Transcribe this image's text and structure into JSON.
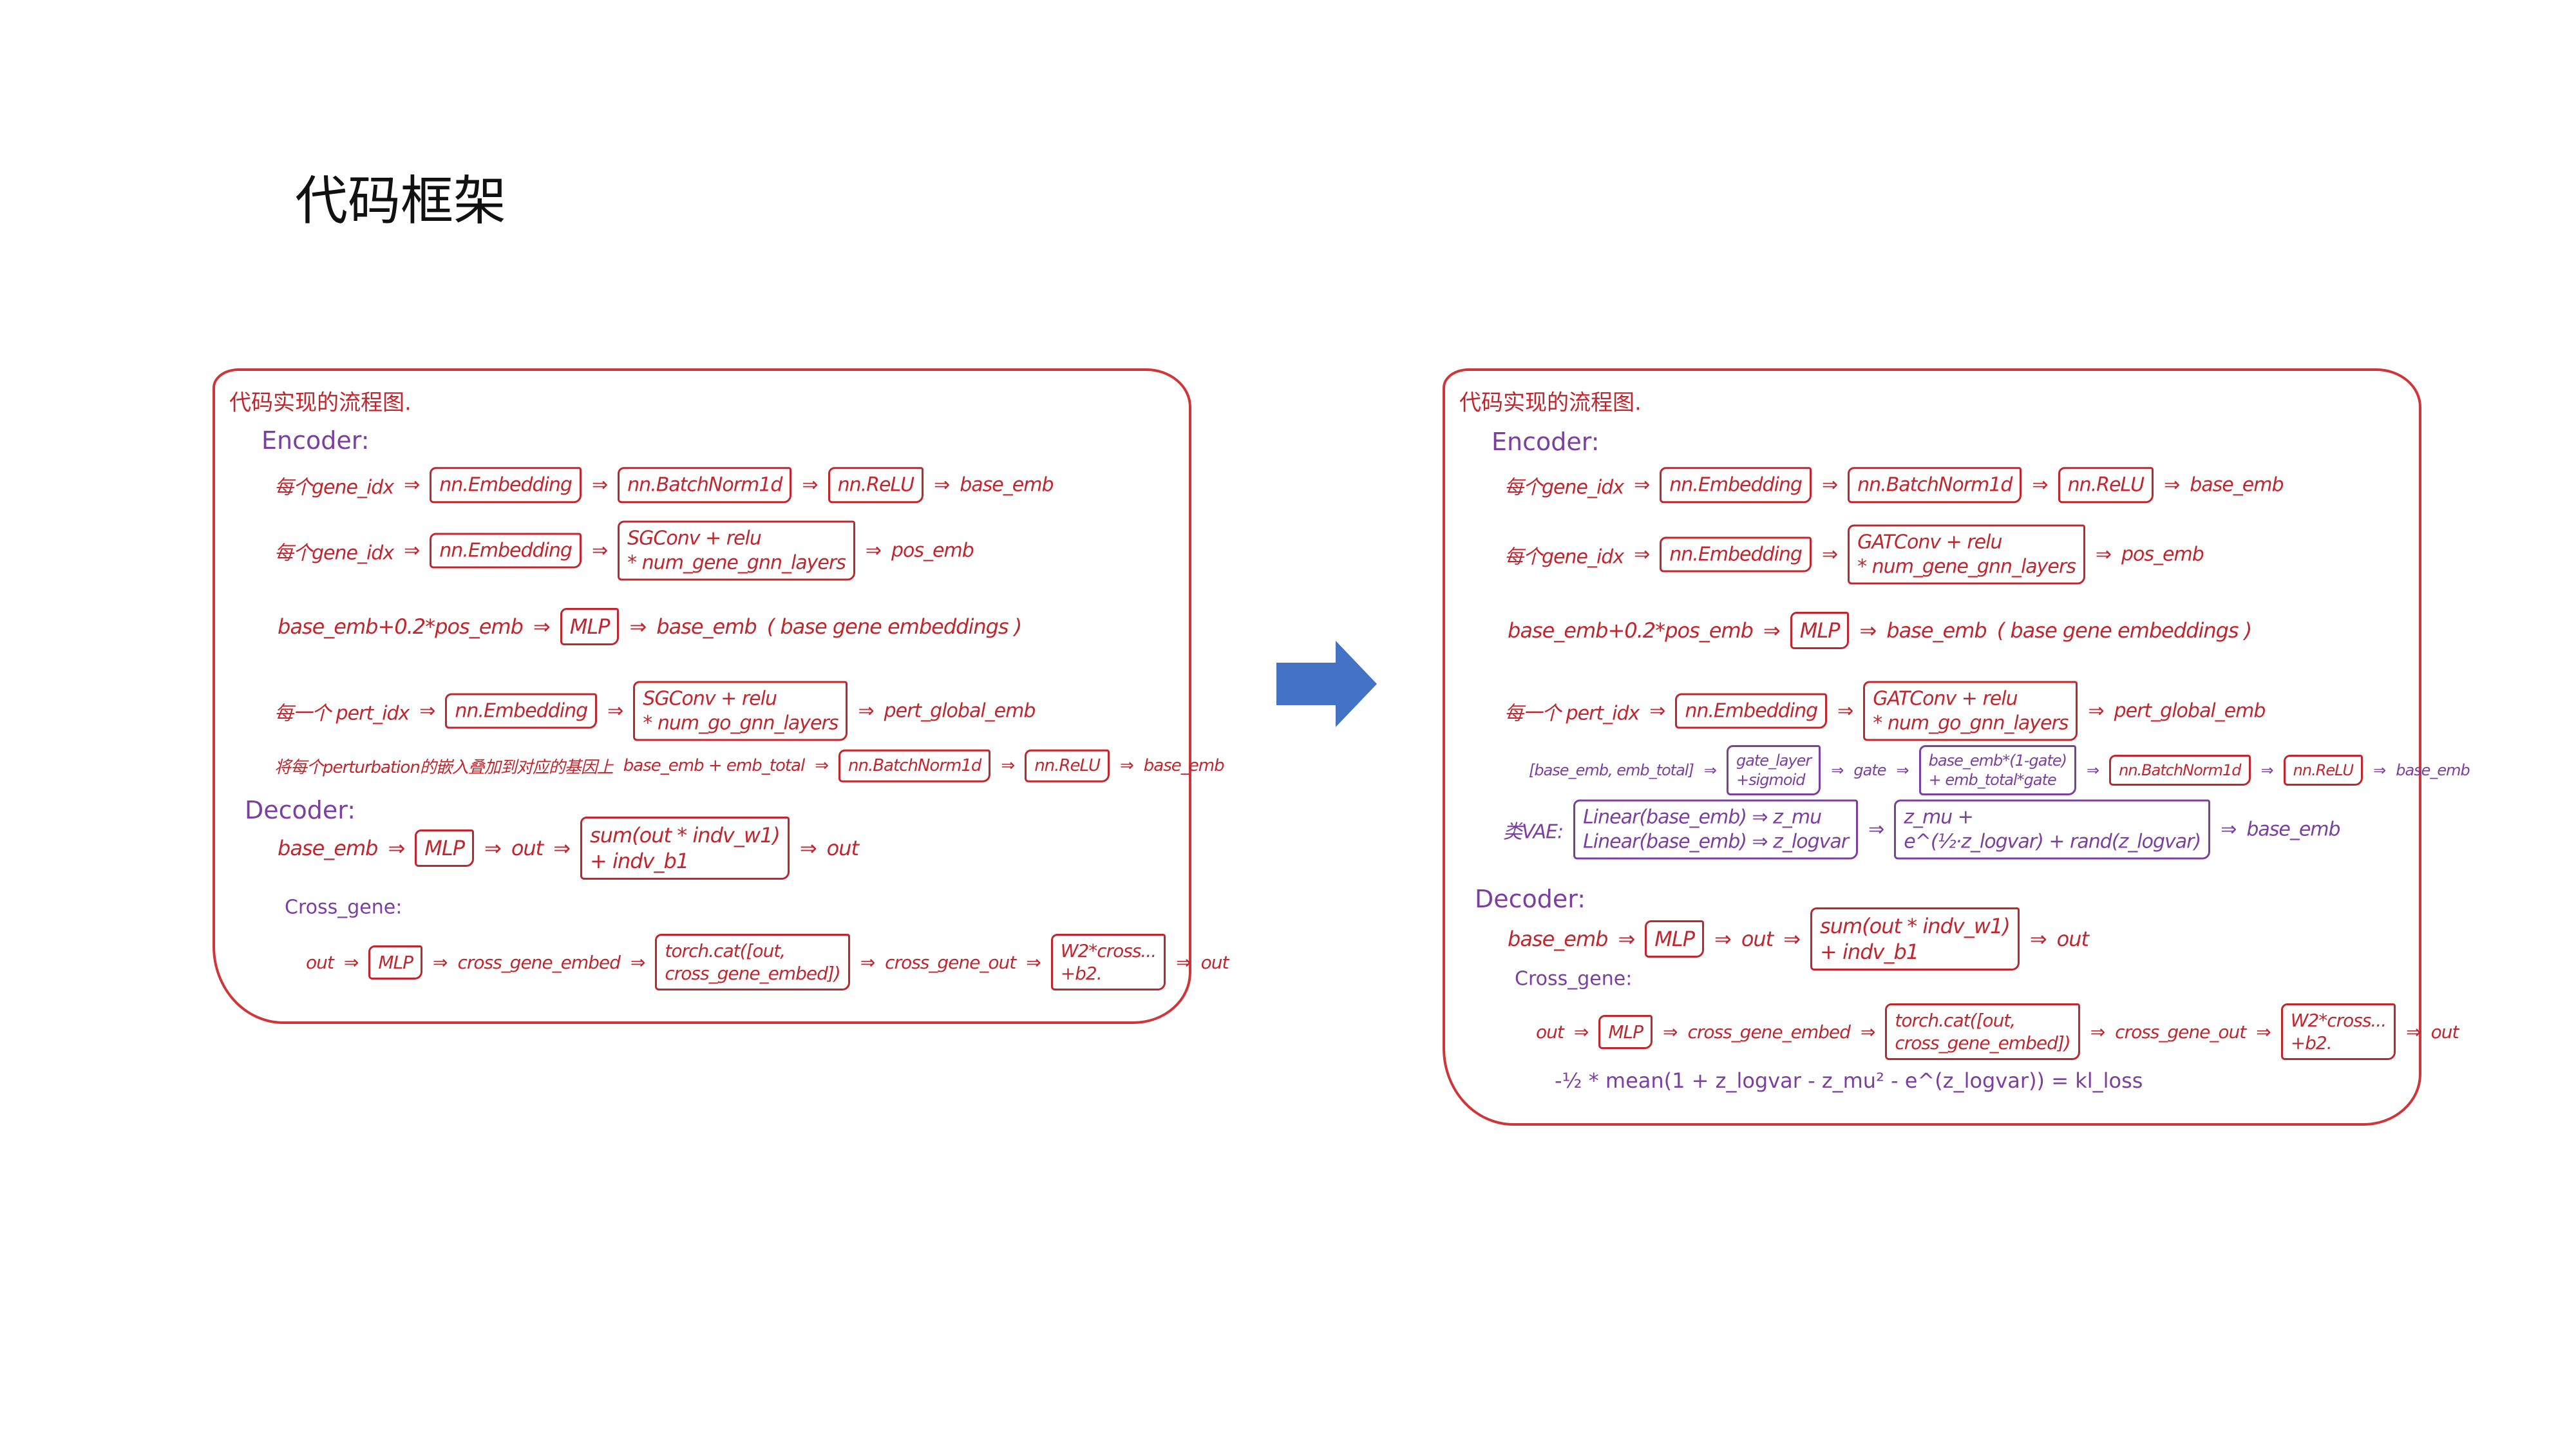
{
  "slide_title": "代码框架",
  "colors": {
    "red": "#c0262d",
    "purple": "#7b3fa0",
    "arrow": "#4472c4",
    "border": "#d0353a"
  },
  "transition_arrow": "right-arrow-icon",
  "panels": [
    {
      "name": "original-flow",
      "rows": [
        {
          "color": "red",
          "items": [
            {
              "kind": "text",
              "text": "代码实现的流程图."
            }
          ]
        },
        {
          "color": "purple",
          "items": [
            {
              "kind": "text",
              "text": "Encoder:"
            }
          ]
        },
        {
          "color": "red",
          "items": [
            {
              "kind": "text",
              "text": "每个gene_idx"
            },
            {
              "kind": "arrow",
              "text": "⇒"
            },
            {
              "kind": "box",
              "lines": [
                "nn.Embedding"
              ]
            },
            {
              "kind": "arrow",
              "text": "⇒"
            },
            {
              "kind": "box",
              "lines": [
                "nn.BatchNorm1d"
              ]
            },
            {
              "kind": "arrow",
              "text": "⇒"
            },
            {
              "kind": "box",
              "lines": [
                "nn.ReLU"
              ]
            },
            {
              "kind": "arrow",
              "text": "⇒"
            },
            {
              "kind": "text",
              "text": "base_emb"
            }
          ]
        },
        {
          "color": "red",
          "items": [
            {
              "kind": "text",
              "text": "每个gene_idx"
            },
            {
              "kind": "arrow",
              "text": "⇒"
            },
            {
              "kind": "box",
              "lines": [
                "nn.Embedding"
              ]
            },
            {
              "kind": "arrow",
              "text": "⇒"
            },
            {
              "kind": "box",
              "lines": [
                "SGConv + relu",
                "* num_gene_gnn_layers"
              ]
            },
            {
              "kind": "arrow",
              "text": "⇒"
            },
            {
              "kind": "text",
              "text": "pos_emb"
            }
          ]
        },
        {
          "color": "red",
          "items": [
            {
              "kind": "text",
              "text": "base_emb+0.2*pos_emb"
            },
            {
              "kind": "arrow",
              "text": "⇒"
            },
            {
              "kind": "box",
              "lines": [
                "MLP"
              ]
            },
            {
              "kind": "arrow",
              "text": "⇒"
            },
            {
              "kind": "text",
              "text": "base_emb"
            },
            {
              "kind": "text",
              "text": "( base gene embeddings )"
            }
          ]
        },
        {
          "color": "red",
          "items": [
            {
              "kind": "text",
              "text": "每一个 pert_idx"
            },
            {
              "kind": "arrow",
              "text": "⇒"
            },
            {
              "kind": "box",
              "lines": [
                "nn.Embedding"
              ]
            },
            {
              "kind": "arrow",
              "text": "⇒"
            },
            {
              "kind": "box",
              "lines": [
                "SGConv + relu",
                "* num_go_gnn_layers"
              ]
            },
            {
              "kind": "arrow",
              "text": "⇒"
            },
            {
              "kind": "text",
              "text": "pert_global_emb"
            }
          ]
        },
        {
          "color": "red",
          "items": [
            {
              "kind": "text",
              "text": "将每个perturbation的嵌入叠加到对应的基因上"
            },
            {
              "kind": "text",
              "text": "base_emb + emb_total"
            },
            {
              "kind": "arrow",
              "text": "⇒"
            },
            {
              "kind": "box",
              "lines": [
                "nn.BatchNorm1d"
              ]
            },
            {
              "kind": "arrow",
              "text": "⇒"
            },
            {
              "kind": "box",
              "lines": [
                "nn.ReLU"
              ]
            },
            {
              "kind": "arrow",
              "text": "⇒"
            },
            {
              "kind": "text",
              "text": "base_emb"
            }
          ]
        },
        {
          "color": "purple",
          "items": [
            {
              "kind": "text",
              "text": "Decoder:"
            }
          ]
        },
        {
          "color": "red",
          "items": [
            {
              "kind": "text",
              "text": "base_emb"
            },
            {
              "kind": "arrow",
              "text": "⇒"
            },
            {
              "kind": "box",
              "lines": [
                "MLP"
              ]
            },
            {
              "kind": "arrow",
              "text": "⇒"
            },
            {
              "kind": "text",
              "text": "out"
            },
            {
              "kind": "arrow",
              "text": "⇒"
            },
            {
              "kind": "box",
              "lines": [
                "sum(out * indv_w1)",
                "+ indv_b1"
              ]
            },
            {
              "kind": "arrow",
              "text": "⇒"
            },
            {
              "kind": "text",
              "text": "out"
            }
          ]
        },
        {
          "color": "purple",
          "items": [
            {
              "kind": "text",
              "text": "Cross_gene:"
            }
          ]
        },
        {
          "color": "red",
          "items": [
            {
              "kind": "text",
              "text": "out"
            },
            {
              "kind": "arrow",
              "text": "⇒"
            },
            {
              "kind": "box",
              "lines": [
                "MLP"
              ]
            },
            {
              "kind": "arrow",
              "text": "⇒"
            },
            {
              "kind": "text",
              "text": "cross_gene_embed"
            },
            {
              "kind": "arrow",
              "text": "⇒"
            },
            {
              "kind": "box",
              "lines": [
                "torch.cat([out,",
                "cross_gene_embed])"
              ]
            },
            {
              "kind": "arrow",
              "text": "⇒"
            },
            {
              "kind": "text",
              "text": "cross_gene_out"
            },
            {
              "kind": "arrow",
              "text": "⇒"
            },
            {
              "kind": "box",
              "lines": [
                "W2*cross...",
                "+b2."
              ]
            },
            {
              "kind": "arrow",
              "text": "⇒"
            },
            {
              "kind": "text",
              "text": "out"
            }
          ]
        }
      ]
    },
    {
      "name": "modified-flow",
      "rows": [
        {
          "color": "red",
          "items": [
            {
              "kind": "text",
              "text": "代码实现的流程图."
            }
          ]
        },
        {
          "color": "purple",
          "items": [
            {
              "kind": "text",
              "text": "Encoder:"
            }
          ]
        },
        {
          "color": "red",
          "items": [
            {
              "kind": "text",
              "text": "每个gene_idx"
            },
            {
              "kind": "arrow",
              "text": "⇒"
            },
            {
              "kind": "box",
              "lines": [
                "nn.Embedding"
              ]
            },
            {
              "kind": "arrow",
              "text": "⇒"
            },
            {
              "kind": "box",
              "lines": [
                "nn.BatchNorm1d"
              ]
            },
            {
              "kind": "arrow",
              "text": "⇒"
            },
            {
              "kind": "box",
              "lines": [
                "nn.ReLU"
              ]
            },
            {
              "kind": "arrow",
              "text": "⇒"
            },
            {
              "kind": "text",
              "text": "base_emb"
            }
          ]
        },
        {
          "color": "red",
          "items": [
            {
              "kind": "text",
              "text": "每个gene_idx"
            },
            {
              "kind": "arrow",
              "text": "⇒"
            },
            {
              "kind": "box",
              "lines": [
                "nn.Embedding"
              ]
            },
            {
              "kind": "arrow",
              "text": "⇒"
            },
            {
              "kind": "box",
              "lines": [
                "GATConv + relu",
                "* num_gene_gnn_layers"
              ]
            },
            {
              "kind": "arrow",
              "text": "⇒"
            },
            {
              "kind": "text",
              "text": "pos_emb"
            }
          ]
        },
        {
          "color": "red",
          "items": [
            {
              "kind": "text",
              "text": "base_emb+0.2*pos_emb"
            },
            {
              "kind": "arrow",
              "text": "⇒"
            },
            {
              "kind": "box",
              "lines": [
                "MLP"
              ]
            },
            {
              "kind": "arrow",
              "text": "⇒"
            },
            {
              "kind": "text",
              "text": "base_emb"
            },
            {
              "kind": "text",
              "text": "( base gene embeddings )"
            }
          ]
        },
        {
          "color": "red",
          "items": [
            {
              "kind": "text",
              "text": "每一个 pert_idx"
            },
            {
              "kind": "arrow",
              "text": "⇒"
            },
            {
              "kind": "box",
              "lines": [
                "nn.Embedding"
              ]
            },
            {
              "kind": "arrow",
              "text": "⇒"
            },
            {
              "kind": "box",
              "lines": [
                "GATConv + relu",
                "* num_go_gnn_layers"
              ]
            },
            {
              "kind": "arrow",
              "text": "⇒"
            },
            {
              "kind": "text",
              "text": "pert_global_emb"
            }
          ]
        },
        {
          "color": "purple",
          "items": [
            {
              "kind": "text",
              "text": "[base_emb, emb_total]"
            },
            {
              "kind": "arrow",
              "text": "⇒"
            },
            {
              "kind": "box",
              "lines": [
                "gate_layer",
                "+sigmoid"
              ]
            },
            {
              "kind": "arrow",
              "text": "⇒"
            },
            {
              "kind": "text",
              "text": "gate"
            },
            {
              "kind": "arrow",
              "text": "⇒"
            },
            {
              "kind": "box",
              "lines": [
                "base_emb*(1-gate)",
                "+ emb_total*gate"
              ]
            },
            {
              "kind": "arrow",
              "text": "⇒"
            },
            {
              "kind": "box",
              "color": "red",
              "lines": [
                "nn.BatchNorm1d"
              ]
            },
            {
              "kind": "arrow",
              "text": "⇒"
            },
            {
              "kind": "box",
              "color": "red",
              "lines": [
                "nn.ReLU"
              ]
            },
            {
              "kind": "arrow",
              "text": "⇒"
            },
            {
              "kind": "text",
              "text": "base_emb"
            }
          ]
        },
        {
          "color": "purple",
          "items": [
            {
              "kind": "text",
              "text": "类VAE:"
            },
            {
              "kind": "box",
              "lines": [
                "Linear(base_emb) ⇒ z_mu",
                "Linear(base_emb) ⇒ z_logvar"
              ]
            },
            {
              "kind": "arrow",
              "text": "⇒"
            },
            {
              "kind": "box",
              "lines": [
                "z_mu +",
                "e^(½·z_logvar) + rand(z_logvar)"
              ]
            },
            {
              "kind": "arrow",
              "text": "⇒"
            },
            {
              "kind": "text",
              "text": "base_emb"
            }
          ]
        },
        {
          "color": "purple",
          "items": [
            {
              "kind": "text",
              "text": "Decoder:"
            }
          ]
        },
        {
          "color": "red",
          "items": [
            {
              "kind": "text",
              "text": "base_emb"
            },
            {
              "kind": "arrow",
              "text": "⇒"
            },
            {
              "kind": "box",
              "lines": [
                "MLP"
              ]
            },
            {
              "kind": "arrow",
              "text": "⇒"
            },
            {
              "kind": "text",
              "text": "out"
            },
            {
              "kind": "arrow",
              "text": "⇒"
            },
            {
              "kind": "box",
              "lines": [
                "sum(out * indv_w1)",
                "+ indv_b1"
              ]
            },
            {
              "kind": "arrow",
              "text": "⇒"
            },
            {
              "kind": "text",
              "text": "out"
            }
          ]
        },
        {
          "color": "purple",
          "items": [
            {
              "kind": "text",
              "text": "Cross_gene:"
            }
          ]
        },
        {
          "color": "red",
          "items": [
            {
              "kind": "text",
              "text": "out"
            },
            {
              "kind": "arrow",
              "text": "⇒"
            },
            {
              "kind": "box",
              "lines": [
                "MLP"
              ]
            },
            {
              "kind": "arrow",
              "text": "⇒"
            },
            {
              "kind": "text",
              "text": "cross_gene_embed"
            },
            {
              "kind": "arrow",
              "text": "⇒"
            },
            {
              "kind": "box",
              "lines": [
                "torch.cat([out,",
                "cross_gene_embed])"
              ]
            },
            {
              "kind": "arrow",
              "text": "⇒"
            },
            {
              "kind": "text",
              "text": "cross_gene_out"
            },
            {
              "kind": "arrow",
              "text": "⇒"
            },
            {
              "kind": "box",
              "lines": [
                "W2*cross...",
                "+b2."
              ]
            },
            {
              "kind": "arrow",
              "text": "⇒"
            },
            {
              "kind": "text",
              "text": "out"
            }
          ]
        },
        {
          "color": "purple",
          "items": [
            {
              "kind": "text",
              "text": "-½ * mean(1 + z_logvar - z_mu² - e^(z_logvar)) = kl_loss"
            }
          ]
        }
      ]
    }
  ]
}
